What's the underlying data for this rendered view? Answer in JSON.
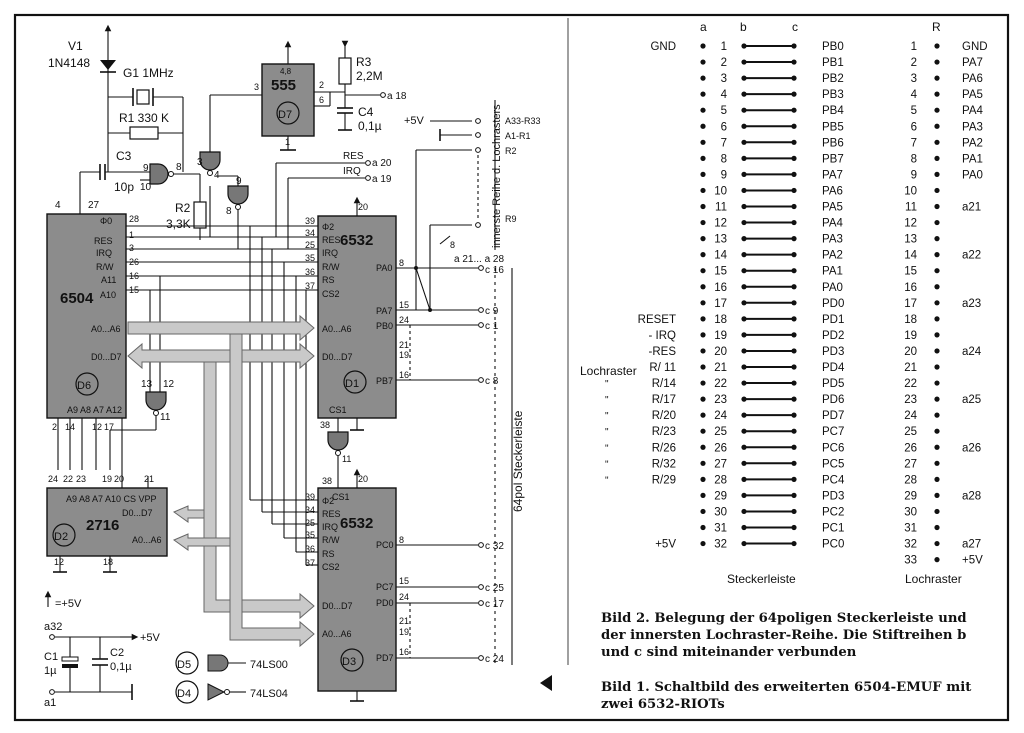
{
  "figure1": {
    "caption": "Bild 1. Schaltbild des erweiterten 6504-EMUF mit zwei 6532-RIOTs",
    "chips": {
      "cpu": {
        "part": "6504",
        "ref": "D6",
        "pins": {
          "clk": "Φ0",
          "p27": "27",
          "p28": "28",
          "p4": "4",
          "p1": "1",
          "p3": "3",
          "p26": "26",
          "p16": "16",
          "p15": "15",
          "p2": "2",
          "p14": "14",
          "p12": "12",
          "p17": "17",
          "res": "RES",
          "irq": "IRQ",
          "rw": "R/W",
          "a11": "A11",
          "a10": "A10",
          "a0a6": "A0...A6",
          "d0d7": "D0...D7",
          "a9a12": "A9 A8 A7 A12"
        }
      },
      "eprom": {
        "part": "2716",
        "ref": "D2",
        "pins": {
          "top": "A9 A8 A7 A10 CS  VPP",
          "d": "D0...D7",
          "a": "A0...A6",
          "p24": "24",
          "p22": "22",
          "p23": "23",
          "p19": "19",
          "p20": "20",
          "p21": "21",
          "p12": "12",
          "p18": "18"
        }
      },
      "riot1": {
        "part": "6532",
        "ref": "D1",
        "pins": {
          "phi2": "Φ2",
          "res": "RES",
          "irq": "IRQ",
          "rw": "R/W",
          "rs": "RS",
          "cs2": "CS2",
          "a0a6": "A0...A6",
          "d0d7": "D0...D7",
          "pa0": "PA0",
          "pa7": "PA7",
          "pb0": "PB0",
          "pb7": "PB7",
          "cs1": "CS1",
          "p39": "39",
          "p34": "34",
          "p25": "25",
          "p35": "35",
          "p36": "36",
          "p37": "37",
          "p20": "20",
          "p8": "8",
          "p15": "15",
          "p24": "24",
          "p21": "21",
          "p19": "19",
          "p16": "16",
          "p38": "38"
        }
      },
      "riot2": {
        "part": "6532",
        "ref": "D3",
        "pins": {
          "phi2": "Φ2",
          "res": "RES",
          "irq": "IRQ",
          "rw": "R/W",
          "rs": "RS",
          "cs2": "CS2",
          "cs1": "CS1",
          "pc0": "PC0",
          "pc7": "PC7",
          "pd0": "PD0",
          "pd7": "PD7",
          "d0d7": "D0...D7",
          "a0a6": "A0...A6",
          "p39": "39",
          "p34": "34",
          "p25": "25",
          "p35": "35",
          "p36": "36",
          "p37": "37",
          "p38": "38",
          "p20": "20",
          "p8": "8",
          "p15": "15",
          "p24": "24",
          "p21": "21",
          "p19": "19",
          "p16": "16"
        }
      },
      "timer": {
        "part": "555",
        "ref": "D7",
        "pins": {
          "p48": "4,8",
          "p3": "3",
          "p2": "2",
          "p6": "6",
          "p1": "1"
        }
      }
    },
    "components": {
      "v1": "V1",
      "v1_type": "1N4148",
      "g1": "G1  1MHz",
      "r1": "R1  330 K",
      "c3": "C3",
      "c3_val": "10p",
      "r2": "R2",
      "r2_val": "3,3K",
      "r3": "R3",
      "r3_val": "2,2M",
      "c4": "C4",
      "c4_val": "0,1µ",
      "c1": "C1",
      "c1_val": "1µ",
      "c2": "C2",
      "c2_val": "0,1µ",
      "plus5v": "+5V",
      "a32": "a32",
      "a1": "a1",
      "arrow_5v": "=+5V",
      "gate_pins": {
        "g9": "9",
        "g10": "10",
        "g8": "8",
        "g3": "3",
        "g4": "4",
        "g9b": "9",
        "g8b": "8",
        "g13": "13",
        "g12": "12",
        "g11": "11",
        "g38": "38",
        "g11b": "11"
      }
    },
    "connector_labels": {
      "a18": "a 18",
      "res": "RES",
      "irq": "IRQ",
      "a20": "a 20",
      "a19": "a 19",
      "a21a28": "a 21... a 28",
      "c16": "c 16",
      "c9": "c 9",
      "c1": "c 1",
      "c8": "c 8",
      "c32": "c 32",
      "c25": "c 25",
      "c17": "c 17",
      "c24": "c 24",
      "plus5v": "+5V",
      "a33r33": "A33-R33",
      "a1r1": "A1-R1",
      "r2": "R2",
      "r9": "R9",
      "n8": "8",
      "lochraster": "innerste Reihe d. Lochrasters",
      "steckerleiste": "64pol Steckerleiste"
    },
    "legend": {
      "d5": "D5",
      "d5_type": "74LS00",
      "d4": "D4",
      "d4_type": "74LS04"
    }
  },
  "figure2": {
    "caption": "Bild 2. Belegung der 64poligen Steckerleiste und der innersten Lochraster-Reihe. Die Stiftreihen b und c sind miteinander verbunden",
    "col_a": "a",
    "col_b": "b",
    "col_c": "c",
    "col_r": "R",
    "footer_left": "Steckerleiste",
    "footer_right": "Lochraster",
    "lochraster_side": "Lochraster",
    "rows": [
      {
        "n": "1",
        "a": "GND",
        "c": "PB0",
        "r": "1",
        "rl": "GND"
      },
      {
        "n": "2",
        "a": "",
        "c": "PB1",
        "r": "2",
        "rl": "PA7"
      },
      {
        "n": "3",
        "a": "",
        "c": "PB2",
        "r": "3",
        "rl": "PA6"
      },
      {
        "n": "4",
        "a": "",
        "c": "PB3",
        "r": "4",
        "rl": "PA5"
      },
      {
        "n": "5",
        "a": "",
        "c": "PB4",
        "r": "5",
        "rl": "PA4"
      },
      {
        "n": "6",
        "a": "",
        "c": "PB5",
        "r": "6",
        "rl": "PA3"
      },
      {
        "n": "7",
        "a": "",
        "c": "PB6",
        "r": "7",
        "rl": "PA2"
      },
      {
        "n": "8",
        "a": "",
        "c": "PB7",
        "r": "8",
        "rl": "PA1"
      },
      {
        "n": "9",
        "a": "",
        "c": "PA7",
        "r": "9",
        "rl": "PA0"
      },
      {
        "n": "10",
        "a": "",
        "c": "PA6",
        "r": "10",
        "rl": ""
      },
      {
        "n": "11",
        "a": "",
        "c": "PA5",
        "r": "11",
        "rl": "a21"
      },
      {
        "n": "12",
        "a": "",
        "c": "PA4",
        "r": "12",
        "rl": ""
      },
      {
        "n": "13",
        "a": "",
        "c": "PA3",
        "r": "13",
        "rl": ""
      },
      {
        "n": "14",
        "a": "",
        "c": "PA2",
        "r": "14",
        "rl": "a22"
      },
      {
        "n": "15",
        "a": "",
        "c": "PA1",
        "r": "15",
        "rl": ""
      },
      {
        "n": "16",
        "a": "",
        "c": "PA0",
        "r": "16",
        "rl": ""
      },
      {
        "n": "17",
        "a": "",
        "c": "PD0",
        "r": "17",
        "rl": "a23"
      },
      {
        "n": "18",
        "a": "RESET",
        "c": "PD1",
        "r": "18",
        "rl": ""
      },
      {
        "n": "19",
        "a": "- IRQ",
        "c": "PD2",
        "r": "19",
        "rl": ""
      },
      {
        "n": "20",
        "a": "-RES",
        "c": "PD3",
        "r": "20",
        "rl": "a24"
      },
      {
        "n": "21",
        "a": "R/ 11",
        "c": "PD4",
        "r": "21",
        "rl": ""
      },
      {
        "n": "22",
        "a": "R/14",
        "c": "PD5",
        "r": "22",
        "rl": ""
      },
      {
        "n": "23",
        "a": "R/17",
        "c": "PD6",
        "r": "23",
        "rl": "a25"
      },
      {
        "n": "24",
        "a": "R/20",
        "c": "PD7",
        "r": "24",
        "rl": ""
      },
      {
        "n": "25",
        "a": "R/23",
        "c": "PC7",
        "r": "25",
        "rl": ""
      },
      {
        "n": "26",
        "a": "R/26",
        "c": "PC6",
        "r": "26",
        "rl": "a26"
      },
      {
        "n": "27",
        "a": "R/32",
        "c": "PC5",
        "r": "27",
        "rl": ""
      },
      {
        "n": "28",
        "a": "R/29",
        "c": "PC4",
        "r": "28",
        "rl": ""
      },
      {
        "n": "29",
        "a": "",
        "c": "PD3",
        "r": "29",
        "rl": "a28"
      },
      {
        "n": "30",
        "a": "",
        "c": "PC2",
        "r": "30",
        "rl": ""
      },
      {
        "n": "31",
        "a": "",
        "c": "PC1",
        "r": "31",
        "rl": ""
      },
      {
        "n": "32",
        "a": "+5V",
        "c": "PC0",
        "r": "32",
        "rl": "a27"
      },
      {
        "n": "",
        "a": "",
        "c": "",
        "r": "33",
        "rl": "+5V"
      }
    ]
  }
}
